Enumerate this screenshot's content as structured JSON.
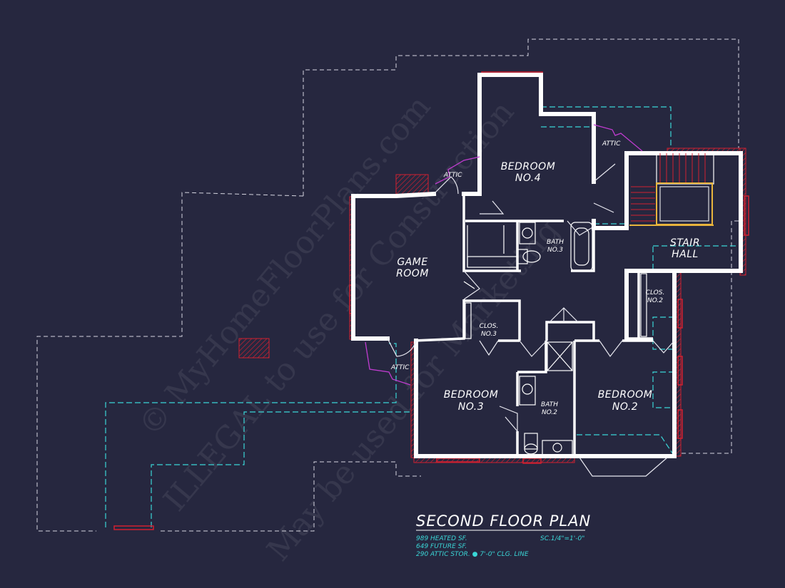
{
  "rooms": {
    "bedroom4": [
      "BEDROOM",
      "NO.4"
    ],
    "game": [
      "GAME",
      "ROOM"
    ],
    "bath3": [
      "BATH",
      "NO.3"
    ],
    "stair": [
      "STAIR",
      "HALL"
    ],
    "clos2": [
      "CLOS.",
      "NO.2"
    ],
    "clos3": [
      "CLOS.",
      "NO.3"
    ],
    "bedroom3": [
      "BEDROOM",
      "NO.3"
    ],
    "bath2": [
      "BATH",
      "NO.2"
    ],
    "bedroom2": [
      "BEDROOM",
      "NO.2"
    ]
  },
  "attic_labels": [
    "ATTIC",
    "ATTIC",
    "ATTIC"
  ],
  "watermark": {
    "line1": "© MyHomeFloorPlans.com",
    "line2": "ILLEGAL to use for Construction",
    "line3": "May be used for Marketing"
  },
  "title_block": {
    "title": "SECOND FLOOR PLAN",
    "scale": "SC.1/4\"=1'-0\"",
    "stats": [
      "989 HEATED SF.",
      "649 FUTURE SF.",
      "290 ATTIC STOR. ● 7'-0\" CLG. LINE"
    ]
  },
  "colors": {
    "background": "#26273f",
    "walls": "#ffffff",
    "ceiling_line": "#3ad6d6",
    "break_line": "#c03cd0",
    "hatch": "#d02030",
    "stair_rail": "#e8b43c"
  }
}
